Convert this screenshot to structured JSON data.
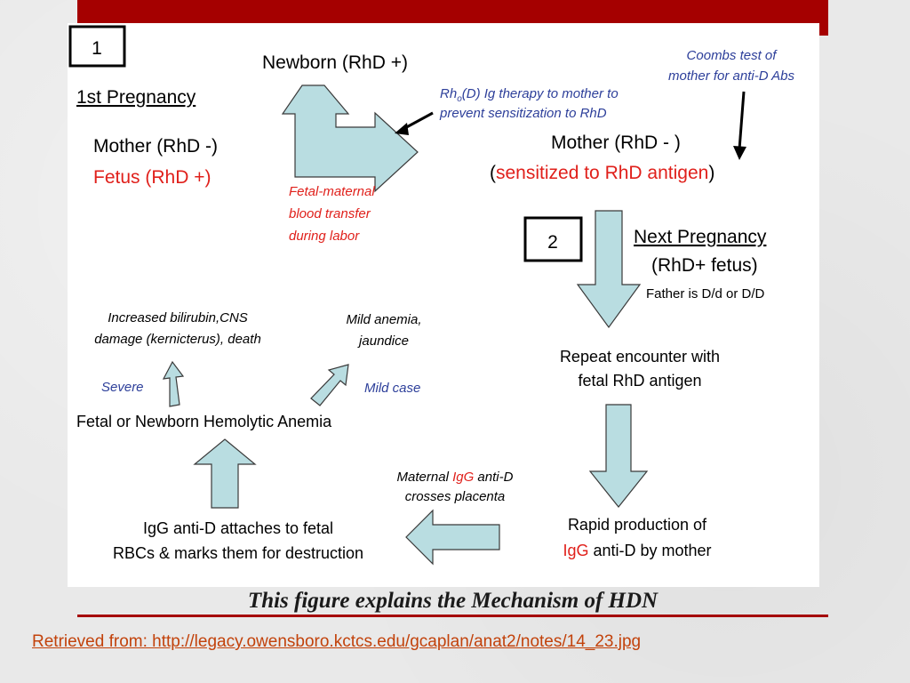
{
  "colors": {
    "top_bar": "#a50000",
    "accent_red": "#e0201b",
    "note_blue": "#2d3f9a",
    "arrow_fill": "#b9dde1",
    "link": "#c2420b"
  },
  "diagram": {
    "stage1_number": "1",
    "stage2_number": "2",
    "first_pregnancy": "1st Pregnancy",
    "mother_rhd_neg": "Mother  (RhD -)",
    "fetus_rhd_pos": "Fetus (RhD +)",
    "newborn": "Newborn (RhD +)",
    "fetal_maternal_transfer": [
      "Fetal-maternal",
      "blood transfer",
      "during labor"
    ],
    "therapy_note": {
      "line1_prefix": "Rh",
      "line1_subscript": "o",
      "line1_suffix": "(D) Ig therapy to mother to",
      "line2": "prevent sensitization to RhD"
    },
    "coombs_note": [
      "Coombs test of",
      "mother for anti-D Abs"
    ],
    "mother_sensitized": "Mother (RhD - )",
    "sensitized_open": "(",
    "sensitized_text": "sensitized to RhD antigen",
    "sensitized_close": ")",
    "next_pregnancy": "Next Pregnancy",
    "rhd_pos_fetus": "(RhD+ fetus)",
    "father_note": "Father is D/d or D/D",
    "repeat_encounter": [
      "Repeat encounter with",
      "fetal RhD antigen"
    ],
    "rapid_production_line1": "Rapid production of",
    "rapid_igg": "IgG",
    "rapid_rest": " anti-D by mother",
    "maternal_prefix": "Maternal ",
    "maternal_igg": "IgG",
    "maternal_suffix": " anti-D",
    "crosses_placenta": "crosses placenta",
    "igg_attaches": [
      "IgG anti-D attaches to fetal",
      "RBCs & marks them for destruction"
    ],
    "hemolytic_anemia": "Fetal or Newborn Hemolytic Anemia",
    "severe": "Severe",
    "mild_case": "Mild case",
    "severe_outcome": [
      "Increased bilirubin,CNS",
      "damage (kernicterus), death"
    ],
    "mild_outcome": [
      "Mild anemia,",
      "jaundice"
    ]
  },
  "caption": "This figure explains the Mechanism of HDN",
  "source": "Retrieved from: http://legacy.owensboro.kctcs.edu/gcaplan/anat2/notes/14_23.jpg"
}
